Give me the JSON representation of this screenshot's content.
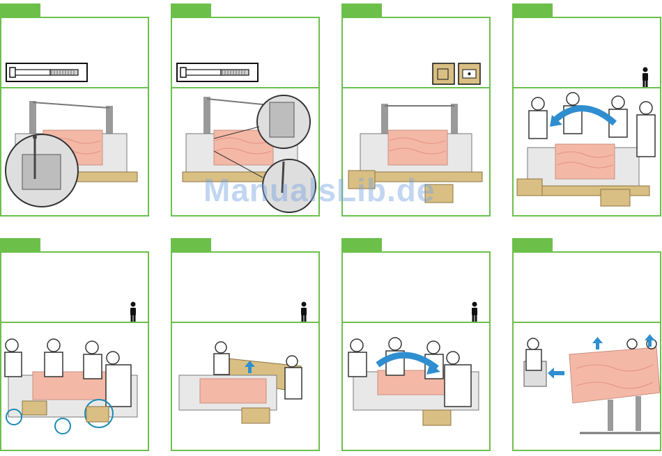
{
  "watermark": "ManualsLib.de",
  "colors": {
    "accent_green": "#6cc04a",
    "wrap_pink": "#f4b8a6",
    "cardboard": "#d9bf84",
    "arrow_blue": "#2f8ecf"
  },
  "panels": [
    {
      "row": 1,
      "col": 1,
      "indicator": "bolt-icon",
      "scene": "bolt-insert-with-magnifier"
    },
    {
      "row": 1,
      "col": 2,
      "indicator": "bolt-icon",
      "scene": "bolt-detail-two-magnifiers"
    },
    {
      "row": 1,
      "col": 3,
      "indicator": "box-tool-icons",
      "scene": "printer-on-boxes"
    },
    {
      "row": 1,
      "col": 4,
      "indicator": "person-icon",
      "scene": "four-people-rotate-stand"
    },
    {
      "row": 2,
      "col": 1,
      "indicator": "person-icon",
      "scene": "four-people-lift-with-callouts"
    },
    {
      "row": 2,
      "col": 2,
      "indicator": "person-icon",
      "scene": "two-people-lift-cover"
    },
    {
      "row": 2,
      "col": 3,
      "indicator": "person-icon",
      "scene": "four-people-rotate-printer"
    },
    {
      "row": 2,
      "col": 4,
      "indicator": "none",
      "scene": "remove-packaging-arrows"
    }
  ]
}
